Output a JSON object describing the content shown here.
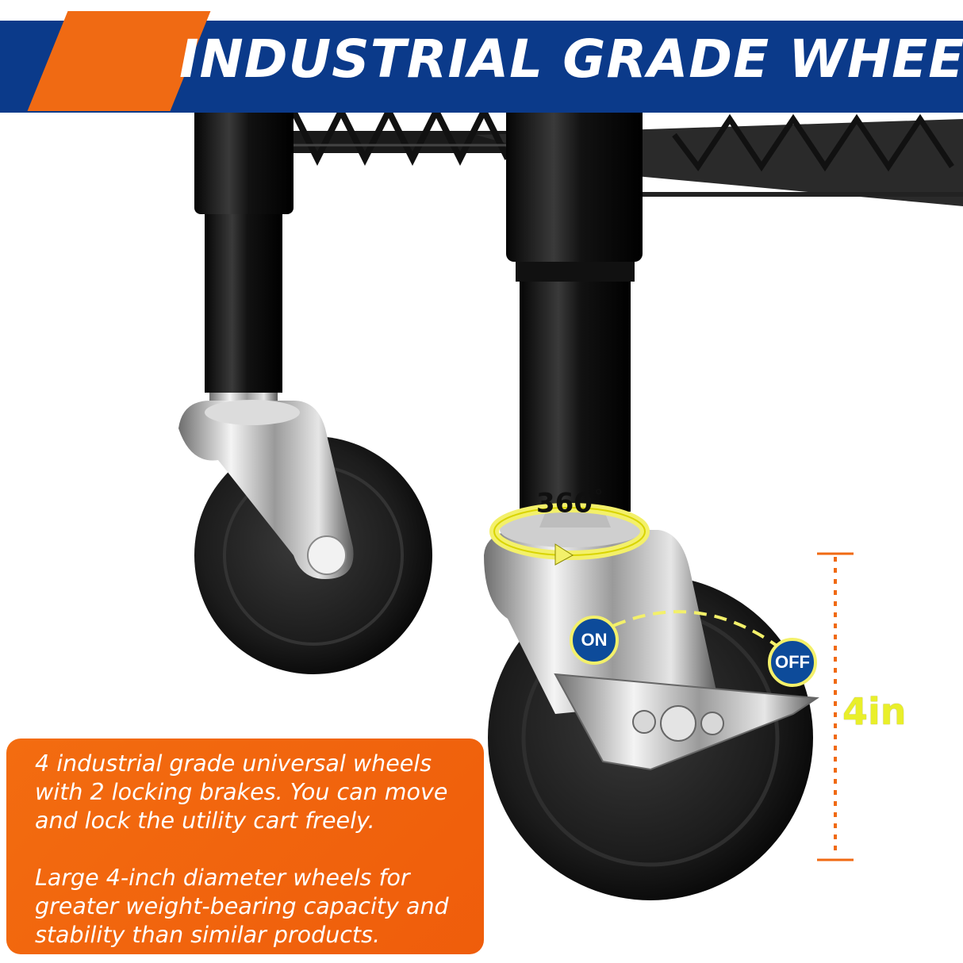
{
  "banner": {
    "title": "INDUSTRIAL GRADE WHEELS",
    "background_color": "#0b3a8a",
    "accent_color": "#f06a13"
  },
  "features": {
    "rotation_label": "360",
    "rotation_unit": "°",
    "brake_on_label": "ON",
    "brake_off_label": "OFF",
    "wheel_size_label": "4in"
  },
  "description": {
    "paragraph_1": "4 industrial grade universal wheels with 2 locking brakes. You can move and lock the utility cart freely.",
    "paragraph_2": "Large 4-inch diameter wheels for greater weight-bearing capacity and stability than similar products.",
    "card_color": "#f06a13"
  },
  "icons": [
    "rotation-arrow-icon",
    "dimension-line-icon"
  ],
  "colors": {
    "highlight_yellow": "#f3f06a",
    "badge_blue": "#0d4b9a",
    "dimension_orange": "#f06a13"
  }
}
